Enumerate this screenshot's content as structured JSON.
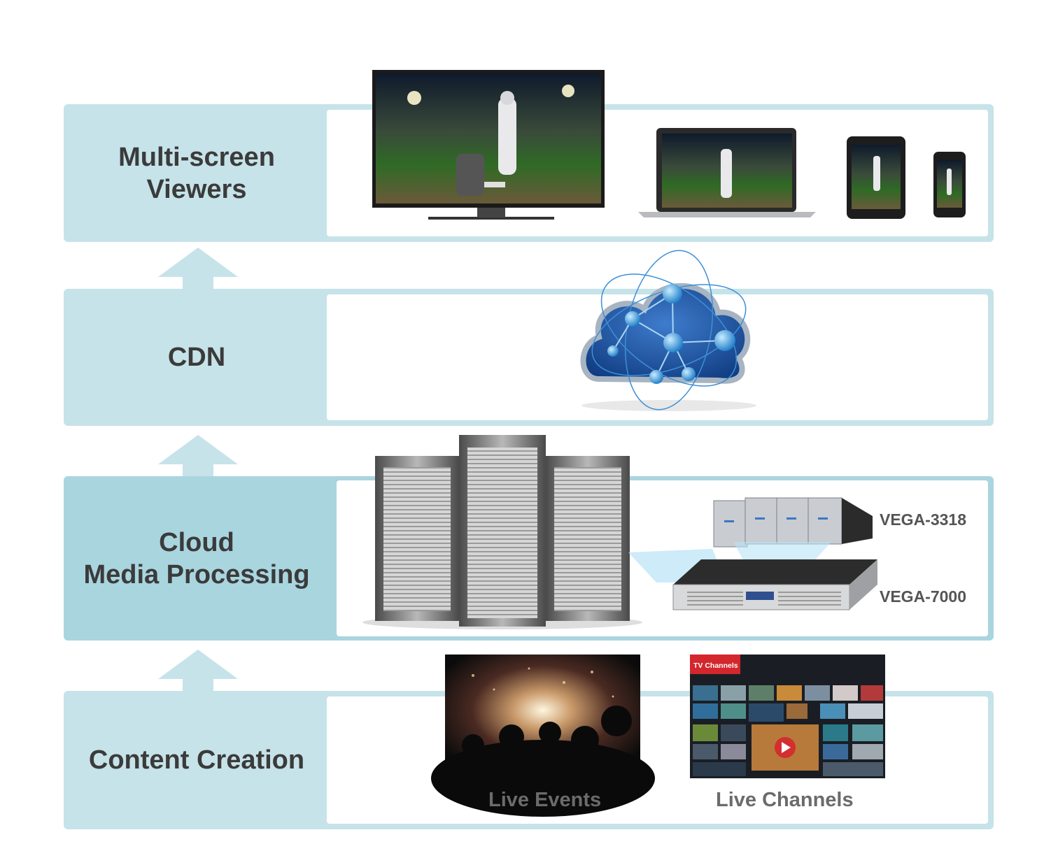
{
  "layers": {
    "viewers": {
      "label_line1": "Multi-screen",
      "label_line2": "Viewers"
    },
    "cdn": {
      "label": "CDN"
    },
    "processing": {
      "label_line1": "Cloud",
      "label_line2": "Media Processing"
    },
    "content": {
      "label": "Content Creation"
    }
  },
  "products": {
    "card": "VEGA-3318",
    "appliance": "VEGA-7000"
  },
  "content_items": {
    "events": "Live Events",
    "channels": "Live Channels",
    "channels_badge": "TV Channels"
  },
  "colors": {
    "layer": "#c6e3e9",
    "layer_active": "#a9d5df",
    "cloud": "#1c4f9a",
    "badge": "#d3262d"
  },
  "icons": [
    "tv-icon",
    "laptop-icon",
    "tablet-icon",
    "phone-icon",
    "cloud-network-icon",
    "server-rack-icon",
    "gpu-card-icon",
    "rack-appliance-icon",
    "concert-photo-icon",
    "tv-channels-photo-icon"
  ]
}
